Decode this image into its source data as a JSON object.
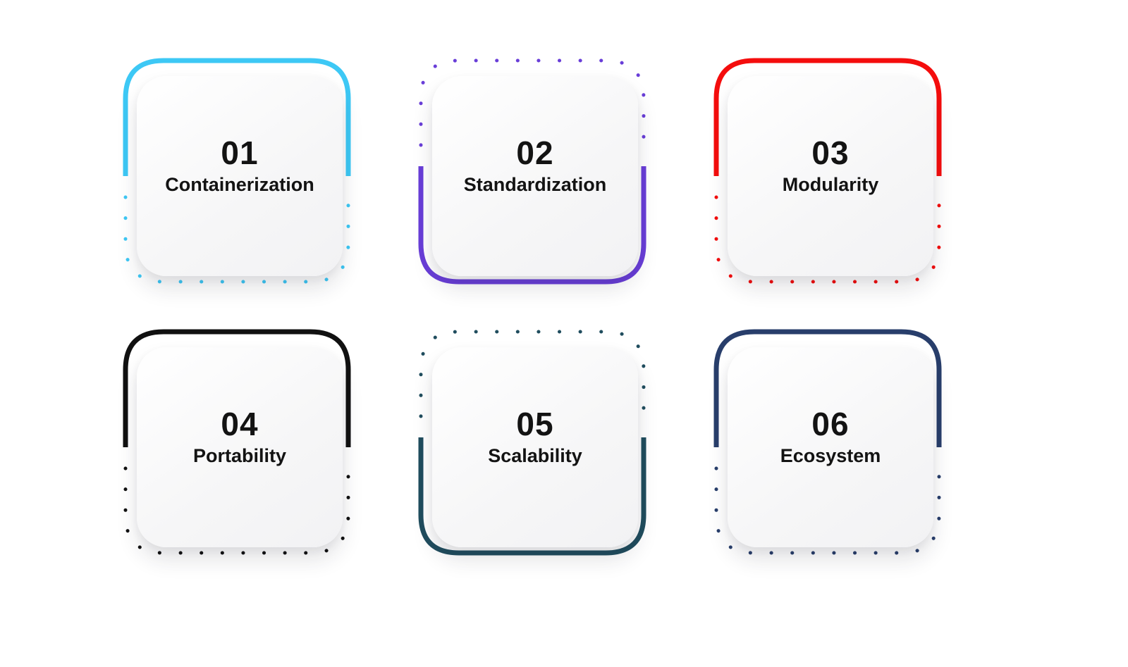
{
  "page": {
    "background": "#ffffff",
    "text_color": "#131313"
  },
  "cards": [
    {
      "number": "01",
      "label": "Containerization",
      "accent": "#3DC8F5",
      "arc_side": "top"
    },
    {
      "number": "02",
      "label": "Standardization",
      "accent": "#693ED8",
      "arc_side": "bottom"
    },
    {
      "number": "03",
      "label": "Modularity",
      "accent": "#F40D0D",
      "arc_side": "top"
    },
    {
      "number": "04",
      "label": "Portability",
      "accent": "#111111",
      "arc_side": "top"
    },
    {
      "number": "05",
      "label": "Scalability",
      "accent": "#204D5E",
      "arc_side": "bottom"
    },
    {
      "number": "06",
      "label": "Ecosystem",
      "accent": "#283E6B",
      "arc_side": "top"
    }
  ]
}
